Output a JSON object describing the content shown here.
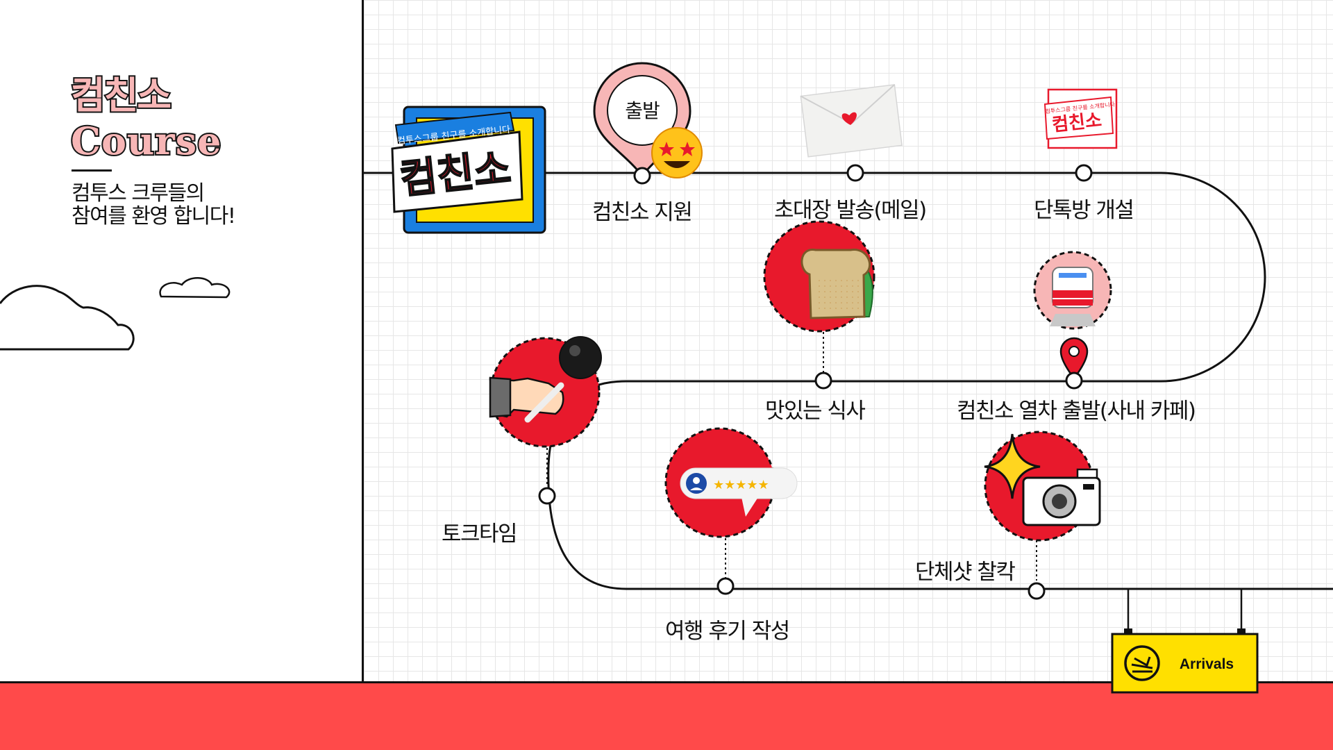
{
  "title": {
    "line1": "컴친소",
    "line2": "Course"
  },
  "subtitle": [
    "컴투스 크루들의",
    "참여를 환영 합니다!"
  ],
  "logo_badge": {
    "banner": "컴투스그룹 친구를 소개합니다",
    "text": "컴친소"
  },
  "small_badge": {
    "banner": "컴투스그룹 친구를 소개합니다",
    "text": "컴친소"
  },
  "start_pin": {
    "label": "출발"
  },
  "steps": [
    {
      "label": "컴친소 지원"
    },
    {
      "label": "초대장 발송(메일)"
    },
    {
      "label": "단톡방 개설"
    },
    {
      "label": "컴친소 열차 출발(사내 카페)"
    },
    {
      "label": "맛있는 식사"
    },
    {
      "label": "토크타임"
    },
    {
      "label": "여행 후기 작성"
    },
    {
      "label": "단체샷 찰칵"
    }
  ],
  "review_stars": "★★★★★",
  "arrivals": {
    "label": "Arrivals"
  },
  "colors": {
    "accent_red": "#e8192c",
    "bottom_bar": "#ff4a4a",
    "arrivals_yellow": "#ffe000",
    "logo_blue": "#1a7fe0",
    "title_pink": "#f7b6b6"
  },
  "icons": [
    "cloud-icon",
    "location-pin-icon",
    "star-eyes-emoji-icon",
    "envelope-icon",
    "bread-icon",
    "train-icon",
    "microphone-icon",
    "review-icon",
    "camera-icon",
    "sparkle-icon",
    "airplane-arrival-icon"
  ]
}
